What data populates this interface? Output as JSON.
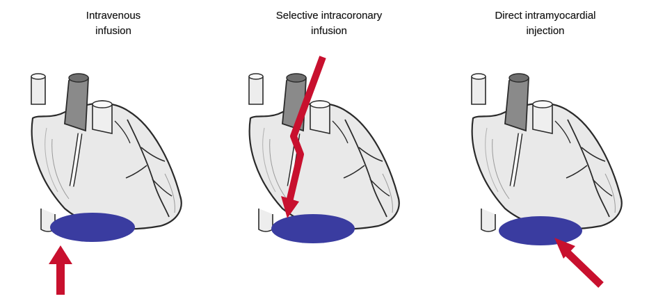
{
  "panels": [
    {
      "title": "Intravenous\ninfusion",
      "route": "intravenous"
    },
    {
      "title": "Selective intracoronary\ninfusion",
      "route": "intracoronary"
    },
    {
      "title": "Direct intramyocardial\ninjection",
      "route": "intramyocardial"
    }
  ],
  "colors": {
    "arrow": "#c8102e",
    "target_region": "#3a3ca0",
    "heart_fill": "#e9e9e9",
    "outline": "#2a2a2a",
    "aorta": "#8a8a8a"
  }
}
